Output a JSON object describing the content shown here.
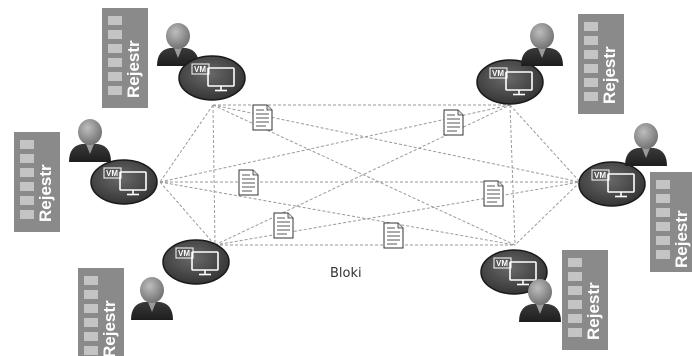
{
  "caption": "Bloki",
  "node_vm_label": "VM",
  "registers": [
    {
      "label": "Rejestr"
    },
    {
      "label": "Rejestr"
    },
    {
      "label": "Rejestr"
    },
    {
      "label": "Rejestr"
    },
    {
      "label": "Rejestr"
    },
    {
      "label": "Rejestr"
    }
  ],
  "nodes": [
    {
      "id": "top-left"
    },
    {
      "id": "mid-left"
    },
    {
      "id": "bottom-left"
    },
    {
      "id": "top-right"
    },
    {
      "id": "mid-right"
    },
    {
      "id": "bottom-right"
    }
  ],
  "documents": [
    {
      "id": "doc-1"
    },
    {
      "id": "doc-2"
    },
    {
      "id": "doc-3"
    },
    {
      "id": "doc-4"
    },
    {
      "id": "doc-5"
    },
    {
      "id": "doc-6"
    }
  ],
  "colors": {
    "server": "#8a8a8a",
    "server_slot": "#c4c4c4",
    "node_fill": "#4a4a4a",
    "person": "#8e8e8e",
    "link": "#9a9a9a"
  }
}
